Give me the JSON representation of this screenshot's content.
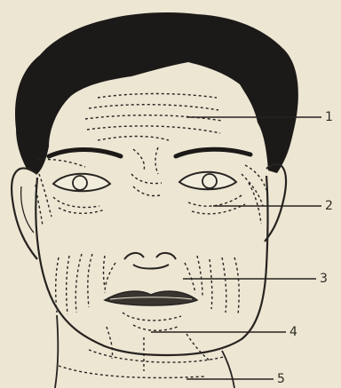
{
  "diagram": {
    "subject": "face-line-drawing",
    "colors": {
      "paper": "#ece6d3",
      "ink": "#262320",
      "hair": "#1c1a18",
      "lips": "#3a3530"
    },
    "callouts": [
      {
        "number": "1",
        "region": "forehead"
      },
      {
        "number": "2",
        "region": "eye-corner"
      },
      {
        "number": "3",
        "region": "cheek"
      },
      {
        "number": "4",
        "region": "chin"
      },
      {
        "number": "5",
        "region": "neck"
      }
    ]
  }
}
